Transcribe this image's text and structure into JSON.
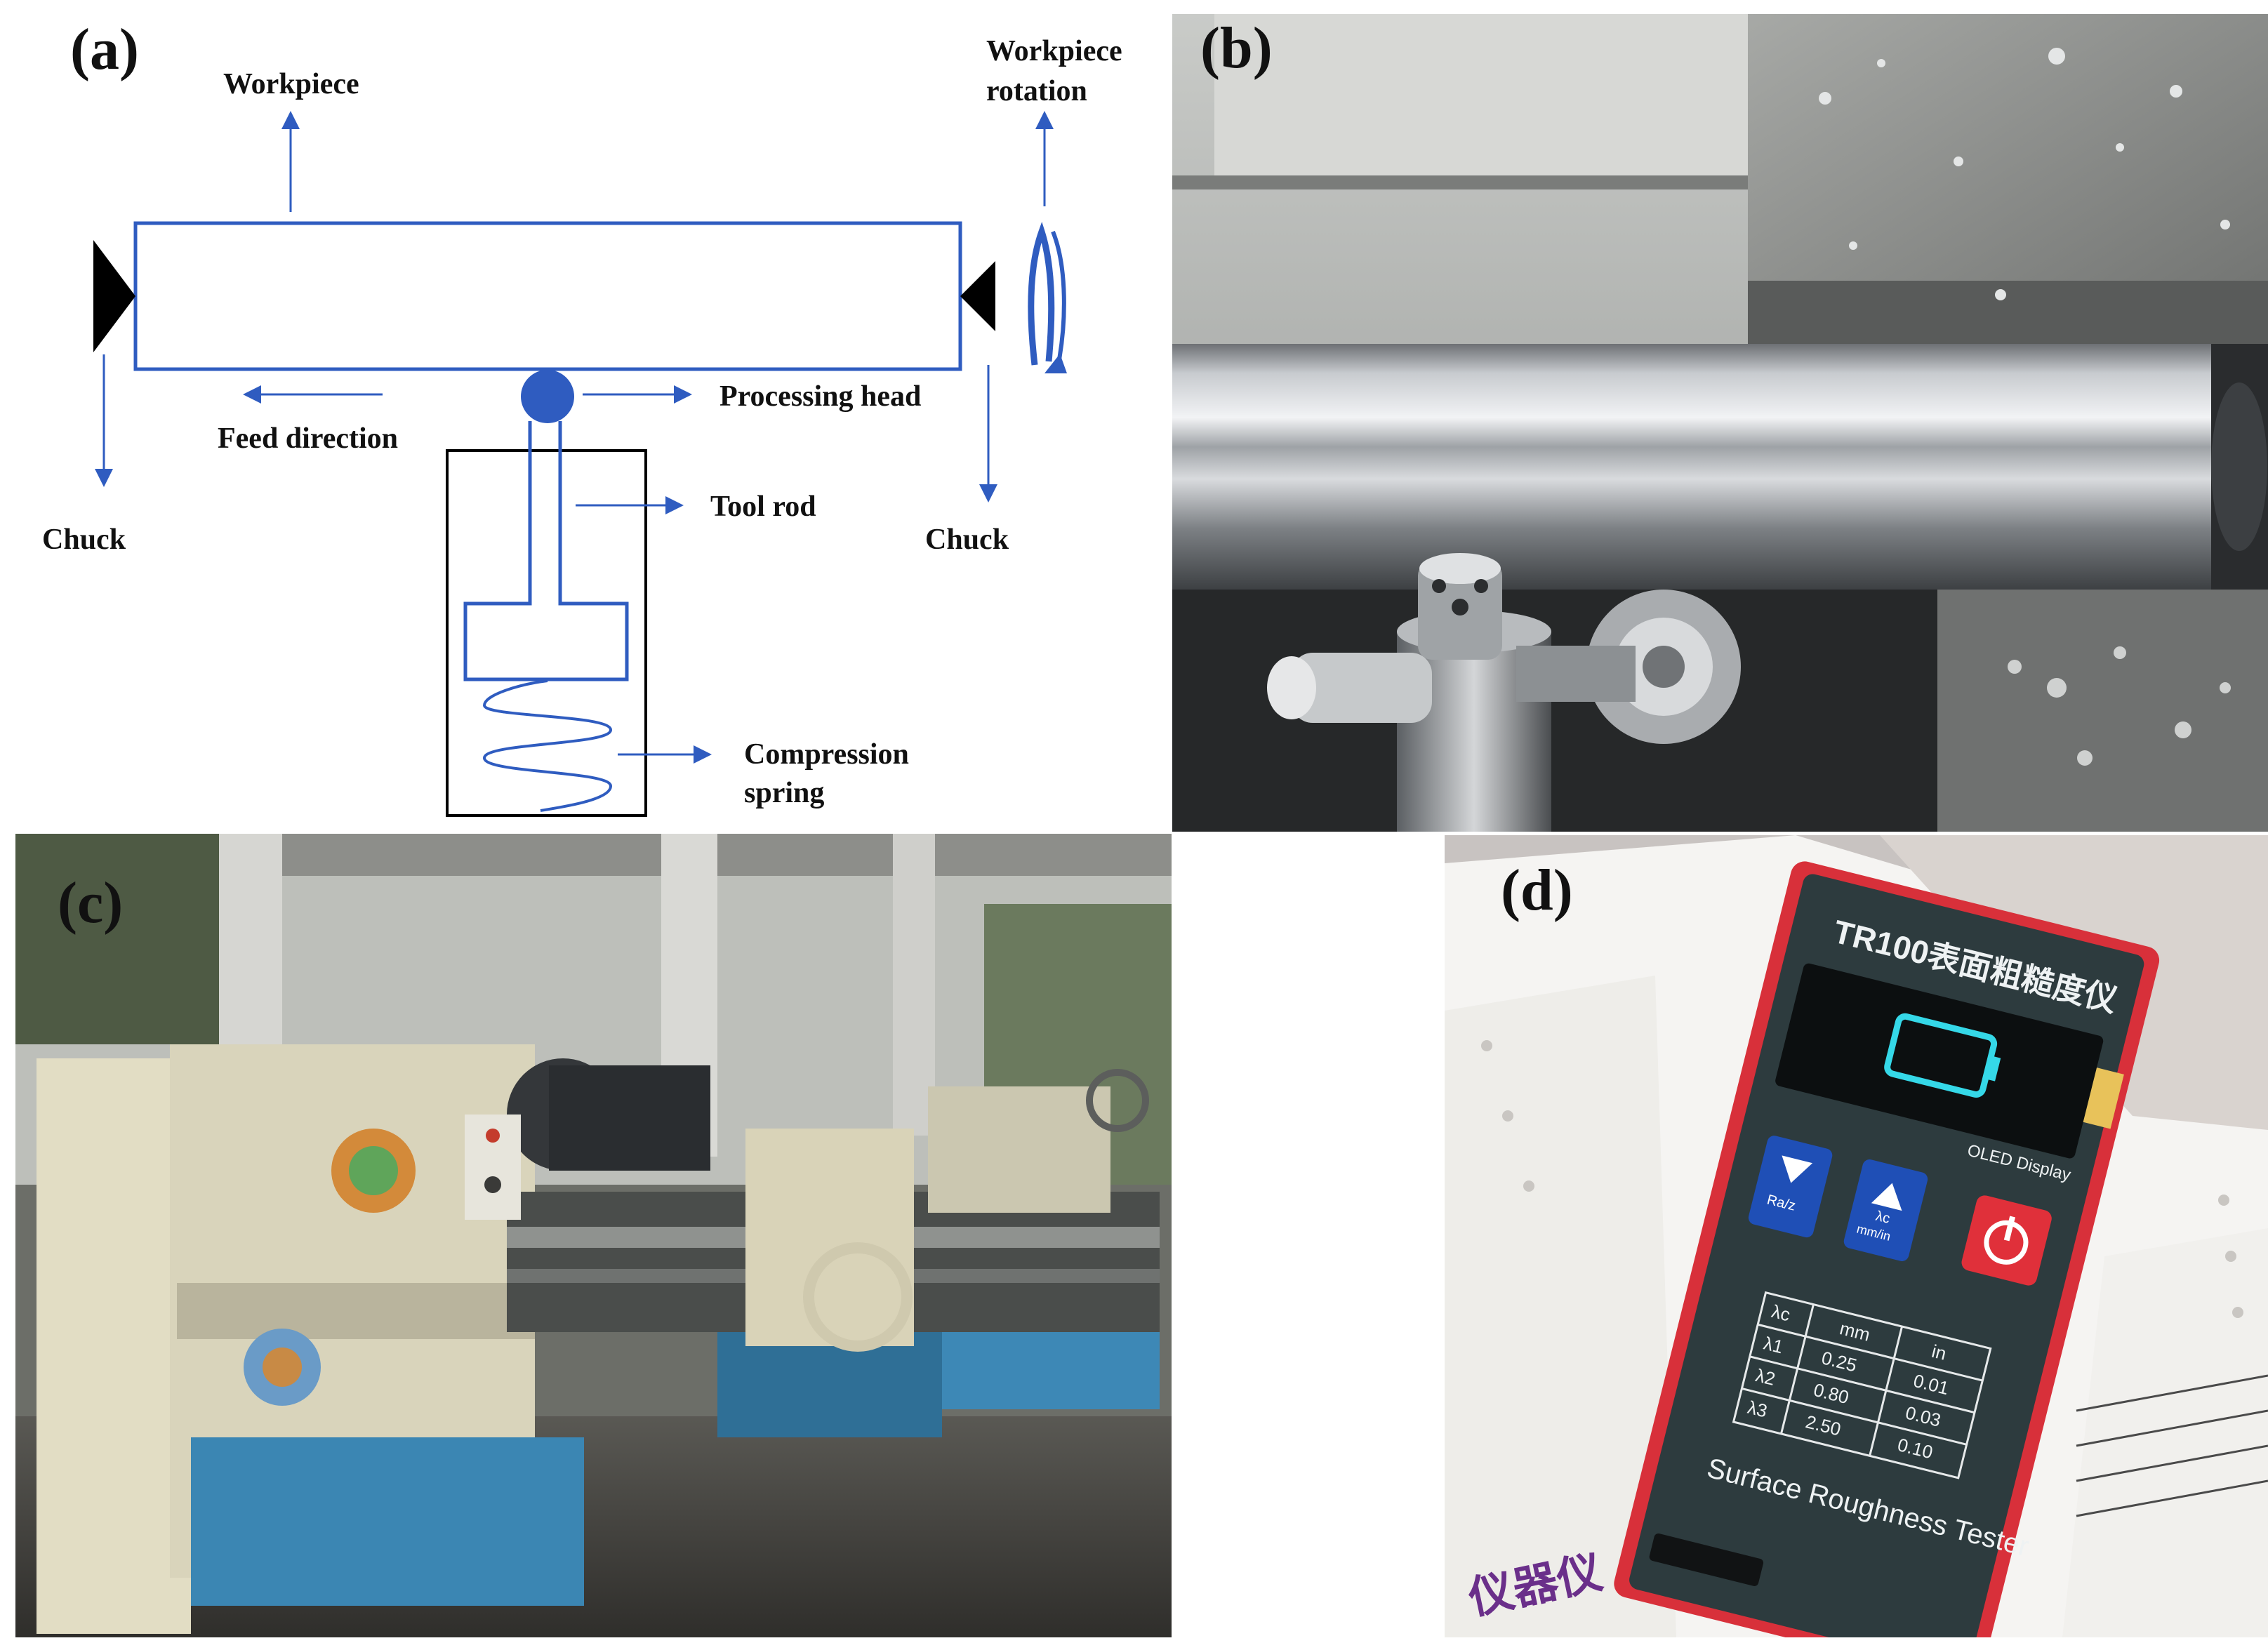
{
  "panel_labels": {
    "a": "(a)",
    "b": "(b)",
    "c": "(c)",
    "d": "(d)"
  },
  "diagram_a": {
    "workpiece": "Workpiece",
    "workpiece_rotation_line1": "Workpiece",
    "workpiece_rotation_line2": "rotation",
    "feed_direction": "Feed direction",
    "processing_head": "Processing head",
    "tool_rod": "Tool rod",
    "chuck_left": "Chuck",
    "chuck_right": "Chuck",
    "compression_spring_line1": "Compression",
    "compression_spring_line2": "spring"
  },
  "device_d": {
    "title": "TR100表面粗糙度仪",
    "oled_label": "OLED Display",
    "btn_down_label": "Ra/z",
    "btn_up_label_1": "λc",
    "btn_up_label_2": "mm/in",
    "table_header": [
      "λc",
      "mm",
      "in"
    ],
    "table_rows": [
      [
        "λ1",
        "0.25",
        "0.01"
      ],
      [
        "λ2",
        "0.80",
        "0.03"
      ],
      [
        "λ3",
        "2.50",
        "0.10"
      ]
    ],
    "brand_line": "Surface Roughness Tester",
    "paper_text": "仪器仪"
  },
  "colors": {
    "diagram_blue": "#2f5cc0",
    "chuck_black": "#000000",
    "device_red": "#e0303a",
    "device_face": "#2d3b3e",
    "button_blue": "#1f4fb6",
    "screen_cyan": "#35d8e8"
  }
}
